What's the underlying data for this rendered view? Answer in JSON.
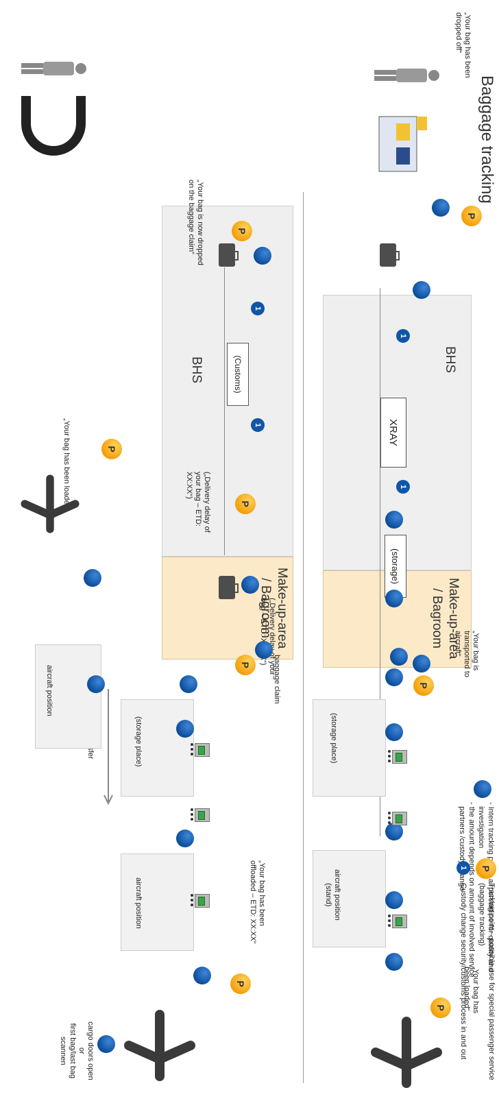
{
  "title": "Baggage tracking",
  "panels": {
    "bhs_label": "BHS",
    "makeup_area": "Make-up-area\n/ Bagroom",
    "xray": "XRAY",
    "storage": "(storage)",
    "customs": "(Customs)"
  },
  "locations": {
    "aircraft_position_stand": "aircraft position\n(stand)",
    "storage_place_top": "(storage place)",
    "storage_place_bottom": "(storage place)",
    "aircraft_position_arrival": "aircraft position",
    "aircraft_position_transfer": "aircraft position",
    "baggage_claim": "baggage claim",
    "transfer": "transfer",
    "cargo_doors": "cargo doors open\nor\nfirst bag/last bag\nscannen"
  },
  "messages": {
    "dropped_off": "„Your bag has been\ndropped off“",
    "transported": "„Your bag is\ntransported to\naircraft“",
    "loaded_top": "„Your bag has\nbeen loaded“",
    "offloaded": "„Your bag has been\noffloaded – ETD: XX:XX“",
    "delay_claim": "(„Delivery delay of your\nbag – ETD: XX:XX“)",
    "dropped_claim": "„Your bag is now dropped\non the baggage claim“",
    "delay_bhs": "(„Delivery delay of\nyour bag – ETD:\nXX:XX“)",
    "loaded_transfer": "„Your bag has been loaded“"
  },
  "legend": {
    "dot_text_1": "- Intern tracking points airport/airline for quality and\n  investigation",
    "dot_text_2": "- the amount depends on amount of involved service\n  partners /custody change",
    "p_text": "Tracking point – possible use for special passenger service\n(baggage tracking)",
    "one_text": "Custody change security/customs process in and out",
    "p_symbol": "P",
    "one_symbol": "1"
  },
  "colors": {
    "tracking_dot": "#0b4d9a",
    "p_badge": "#f39b06",
    "bhs_panel": "#efefef",
    "makeup_panel": "#fbe9c8"
  }
}
